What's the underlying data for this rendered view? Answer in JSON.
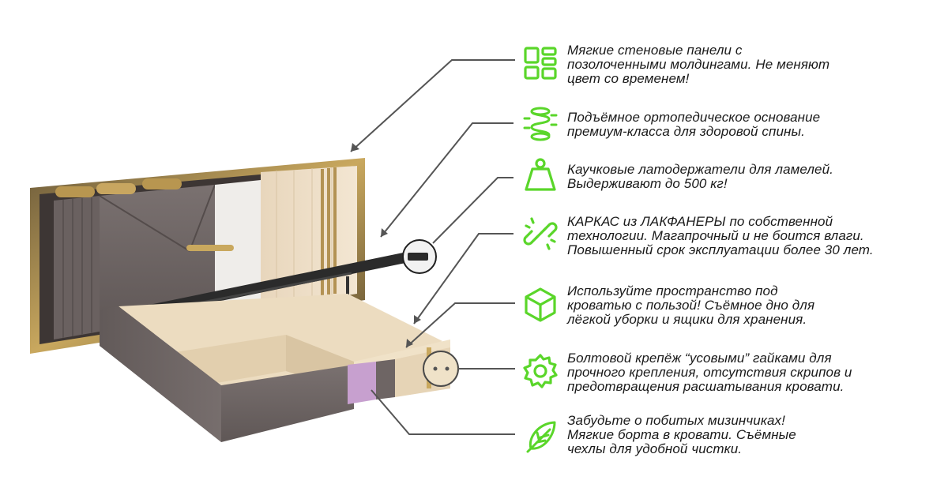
{
  "accent_color": "#5ad62a",
  "line_color": "#555555",
  "features": [
    {
      "icon": "wall-panels-icon",
      "lines": [
        "Мягкие стеновые панели с",
        "позолоченными молдингами. Не меняют",
        "цвет со временем!"
      ]
    },
    {
      "icon": "spring-base-icon",
      "lines": [
        "Подъёмное ортопедическое основание",
        "премиум-класса для здоровой спины."
      ]
    },
    {
      "icon": "weight-icon",
      "lines": [
        "Каучковые латодержатели для ламелей.",
        "Выдерживают до 500 кг!"
      ]
    },
    {
      "icon": "broken-link-icon",
      "lines": [
        "КАРКАС из ЛАКФАНЕРЫ по собственной",
        "технологии. Магапрочный и не боится влаги.",
        "Повышенный срок эксплуатации более 30 лет."
      ]
    },
    {
      "icon": "cube-icon",
      "lines": [
        "Используйте пространство под",
        "кроватью с пользой! Съёмное дно для",
        "лёгкой уборки и ящики для хранения."
      ]
    },
    {
      "icon": "nut-icon",
      "lines": [
        "Болтовой крепёж “усовыми” гайками для",
        "прочного крепления, отсутствия скрипов и",
        "предотвращения расшатывания кровати."
      ]
    },
    {
      "icon": "feather-icon",
      "lines": [
        "Забудьте о побитых мизинчиках!",
        "Мягкие борта в кровати. Съёмные",
        "чехлы для удобной чистки."
      ]
    }
  ]
}
